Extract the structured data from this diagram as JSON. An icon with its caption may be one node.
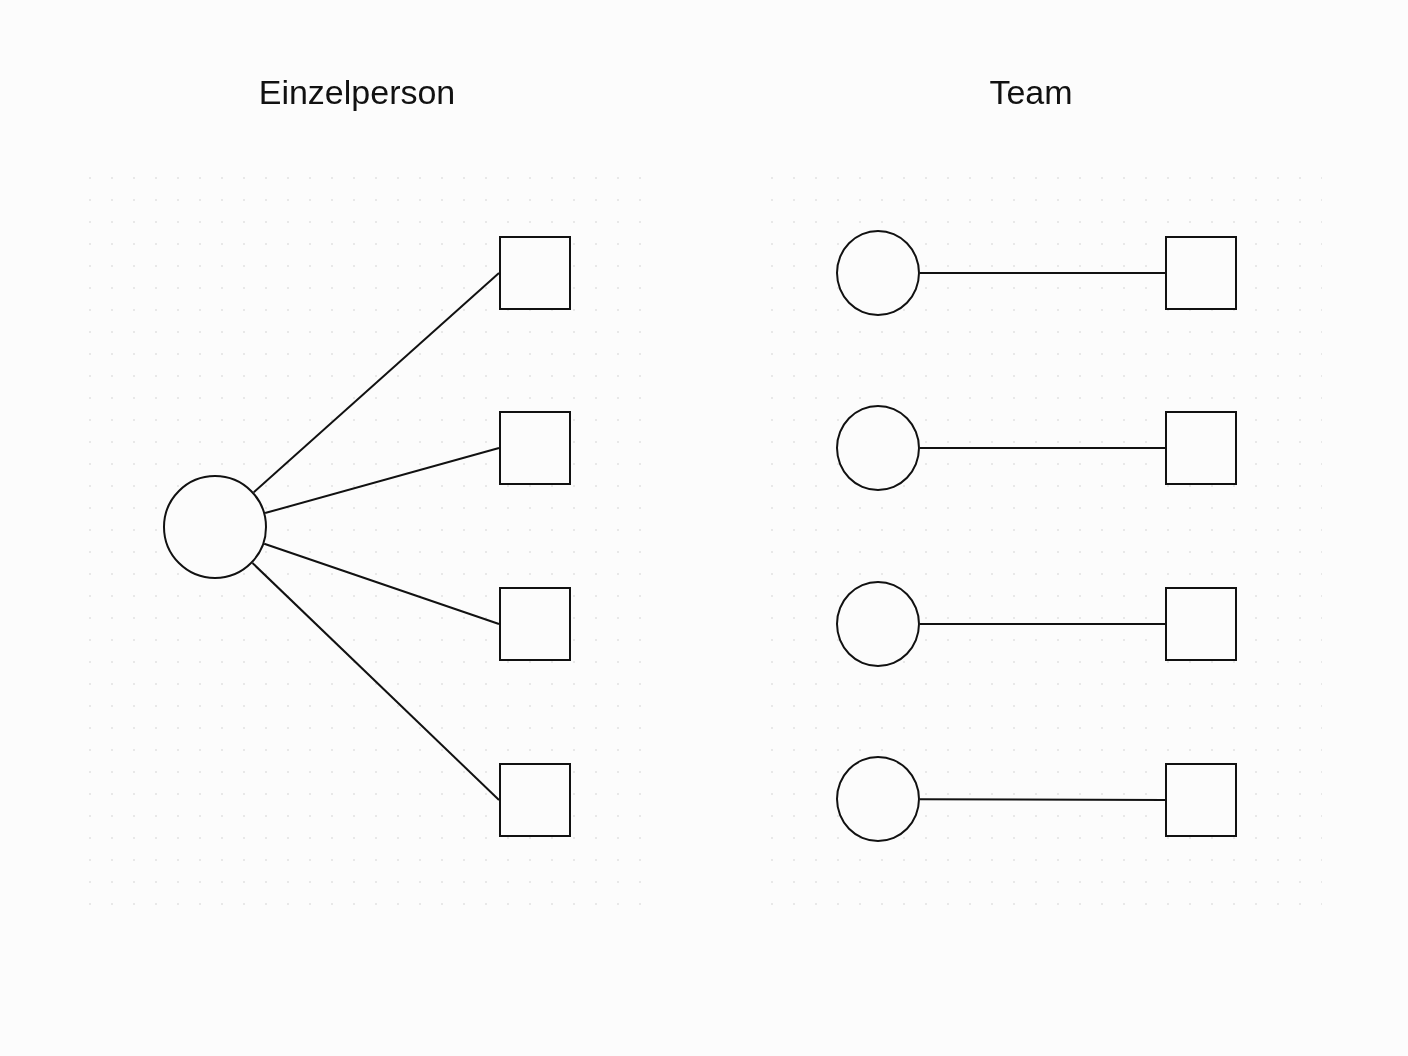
{
  "diagram": {
    "nodes": [
      {
        "text": [],
        "shape": "circle"
      },
      {
        "text": [],
        "shape": "box"
      },
      {
        "text": [],
        "shape": "box"
      },
      {
        "text": [],
        "shape": "box"
      },
      {
        "text": [],
        "shape": "box"
      },
      {
        "text": [],
        "shape": "circle"
      },
      {
        "text": [],
        "shape": "box"
      },
      {
        "text": [],
        "shape": "circle"
      },
      {
        "text": [],
        "shape": "box"
      },
      {
        "text": [],
        "shape": "circle"
      },
      {
        "text": [],
        "shape": "box"
      },
      {
        "text": [],
        "shape": "circle"
      },
      {
        "text": [],
        "shape": "box"
      }
    ],
    "edges": [
      {
        "from": 0,
        "to": 1,
        "arrow": "none"
      },
      {
        "from": 0,
        "to": 2,
        "arrow": "none"
      },
      {
        "from": 0,
        "to": 3,
        "arrow": "none"
      },
      {
        "from": 0,
        "to": 4,
        "arrow": "none"
      },
      {
        "from": 5,
        "to": 6,
        "arrow": "none"
      },
      {
        "from": 7,
        "to": 8,
        "arrow": "none"
      },
      {
        "from": 9,
        "to": 10,
        "arrow": "none"
      },
      {
        "from": 11,
        "to": 12,
        "arrow": "none"
      }
    ],
    "labels": [
      "Einzelperson",
      "Team"
    ]
  }
}
